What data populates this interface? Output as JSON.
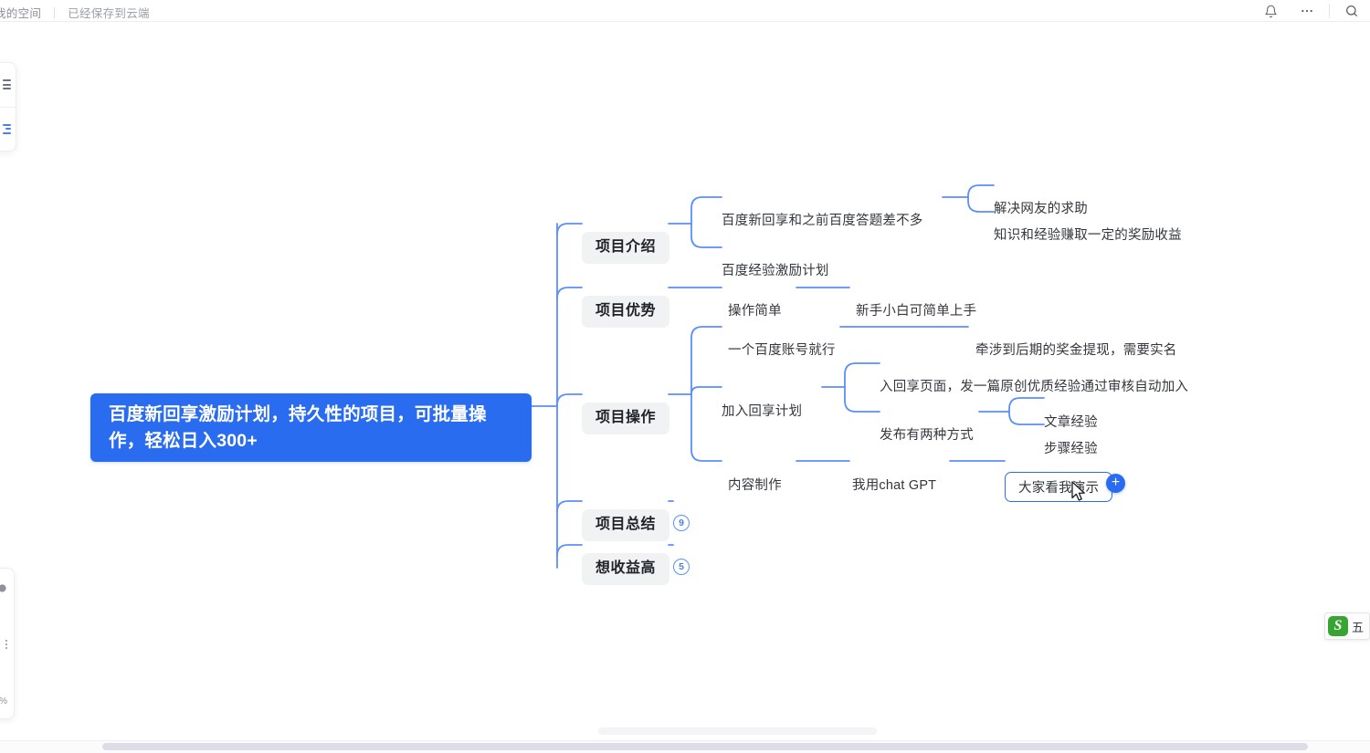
{
  "header": {
    "workspace": "我的空间",
    "save_status": "已经保存到云端",
    "icons": {
      "bell": "bell-icon",
      "more": "more-horizontal-icon",
      "search": "search-icon"
    }
  },
  "left_toolbar_top": {
    "items": [
      {
        "name": "outline-view",
        "active": false
      },
      {
        "name": "mindmap-view",
        "active": true
      }
    ]
  },
  "left_toolbar_bottom": {
    "zoom_label": "%"
  },
  "mindmap": {
    "root": {
      "text": "百度新回享激励计划，持久性的项目，可批量操作，轻松日入300+",
      "color": "#2a6cf0"
    },
    "branches": [
      {
        "label": "项目介绍",
        "children": [
          {
            "label": "百度新回享和之前百度答题差不多",
            "children": [
              {
                "label": "解决网友的求助"
              },
              {
                "label": "知识和经验赚取一定的奖励收益"
              }
            ]
          },
          {
            "label": "百度经验激励计划",
            "children": []
          }
        ]
      },
      {
        "label": "项目优势",
        "children": [
          {
            "label": "操作简单",
            "children": [
              {
                "label": "新手小白可简单上手"
              }
            ]
          }
        ]
      },
      {
        "label": "项目操作",
        "children": [
          {
            "label": "一个百度账号就行",
            "children": [
              {
                "label": "牵涉到后期的奖金提现，需要实名"
              }
            ]
          },
          {
            "label": "加入回享计划",
            "children": [
              {
                "label": "入回享页面，发一篇原创优质经验通过审核自动加入"
              },
              {
                "label": "发布有两种方式",
                "children": [
                  {
                    "label": "文章经验"
                  },
                  {
                    "label": "步骤经验"
                  }
                ]
              }
            ]
          },
          {
            "label": "内容制作",
            "children": [
              {
                "label": "我用chat  GPT",
                "children": [
                  {
                    "label": "大家看我演示",
                    "selected": true
                  }
                ]
              }
            ]
          }
        ]
      },
      {
        "label": "项目总结",
        "collapsed_count": "9"
      },
      {
        "label": "想收益高",
        "collapsed_count": "5"
      }
    ]
  },
  "selection": {
    "node_text": "大家看我演示",
    "add_button_label": "+"
  },
  "ime": {
    "logo_letter": "S",
    "mode": "五"
  },
  "colors": {
    "accent": "#2a6cf0",
    "connector": "#5b8ff9",
    "node_pill_bg": "#f1f2f4",
    "text": "#33373d"
  }
}
